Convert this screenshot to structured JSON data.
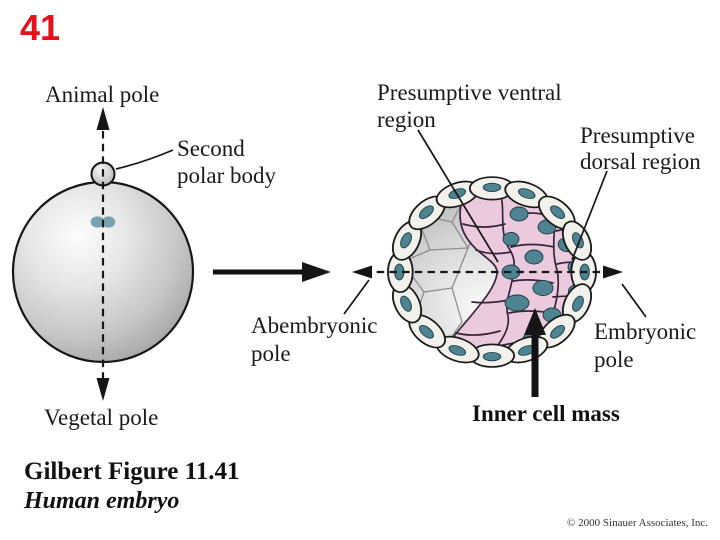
{
  "slide": {
    "number": "41"
  },
  "colors": {
    "accent_red": "#e8111a",
    "icm_pink": "#eccade",
    "nucleus_teal": "#4e8492"
  },
  "egg_diagram": {
    "animal_pole": "Animal pole",
    "second_polar_body": [
      "Second",
      "polar body"
    ],
    "vegetal_pole": "Vegetal pole"
  },
  "blastocyst_diagram": {
    "presumptive_ventral": [
      "Presumptive ventral",
      "region"
    ],
    "presumptive_dorsal": [
      "Presumptive",
      "dorsal region"
    ],
    "abembryonic_pole": [
      "Abembryonic",
      "pole"
    ],
    "embryonic_pole": [
      "Embryonic",
      "pole"
    ],
    "inner_cell_mass": "Inner cell mass"
  },
  "caption": {
    "figure": "Gilbert Figure 11.41",
    "subject": "Human embryo"
  },
  "credit": "© 2000 Sinauer Associates, Inc."
}
